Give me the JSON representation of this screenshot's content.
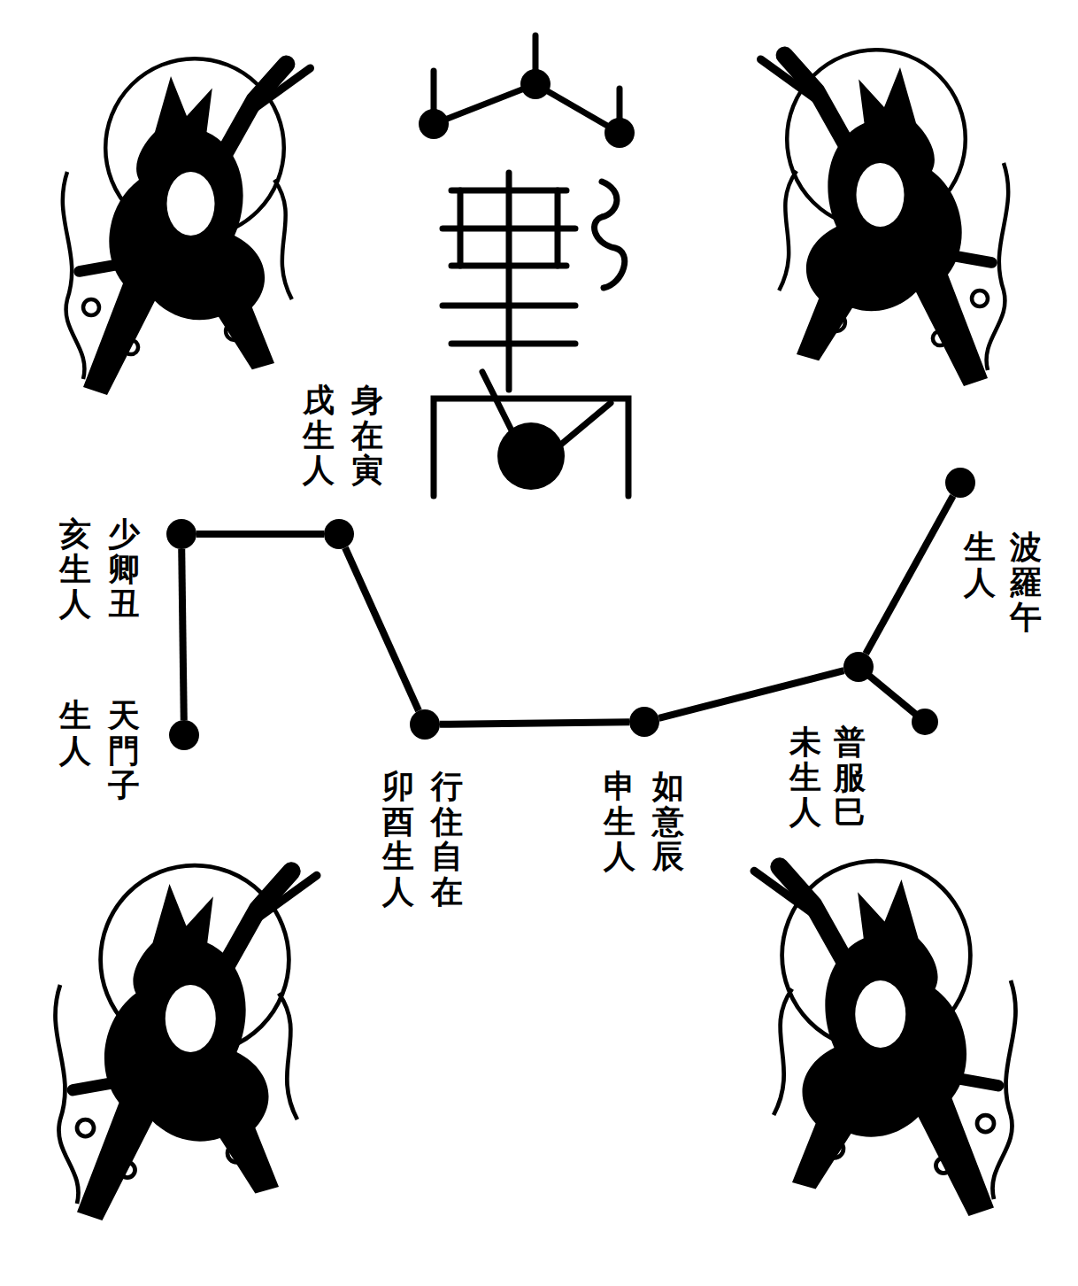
{
  "diagram": {
    "nodes": [
      {
        "text": [
          "天門子 生人"
        ]
      },
      {
        "text": [
          "少卿丑 亥生人"
        ]
      },
      {
        "text": [
          "身在寅 戌生人"
        ]
      },
      {
        "text": [
          "行住自在 卯酉生人"
        ]
      },
      {
        "text": [
          "如意辰 申生人"
        ]
      },
      {
        "text": [
          "普服巳 未生人"
        ]
      },
      {
        "text": [
          "波羅午 生人"
        ]
      }
    ],
    "edges": [
      {
        "from": 0,
        "to": 1,
        "arrow": "none"
      },
      {
        "from": 1,
        "to": 2,
        "arrow": "none"
      },
      {
        "from": 2,
        "to": 3,
        "arrow": "none"
      },
      {
        "from": 3,
        "to": 4,
        "arrow": "none"
      },
      {
        "from": 4,
        "to": 5,
        "arrow": "none"
      },
      {
        "from": 5,
        "to": 6,
        "arrow": "none"
      }
    ]
  }
}
